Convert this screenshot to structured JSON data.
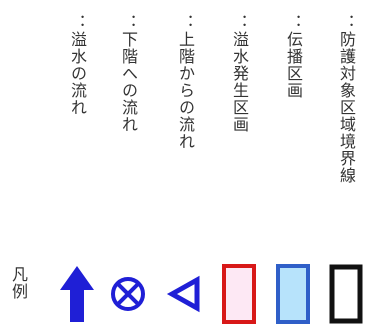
{
  "legend": {
    "heading": "凡例",
    "items": [
      {
        "label": "：溢水の流れ",
        "symbol": "arrow-up-icon",
        "color": "#1f1fd6",
        "fill": "#1f1fd6"
      },
      {
        "label": "：下階への流れ",
        "symbol": "circled-x-icon",
        "color": "#1f1fd6",
        "fill": "none"
      },
      {
        "label": "：上階からの流れ",
        "symbol": "triangle-left-icon",
        "color": "#1f1fd6",
        "fill": "none"
      },
      {
        "label": "：溢水発生区画",
        "symbol": "rectangle-red-icon",
        "color": "#d81818",
        "fill": "#fde8f4"
      },
      {
        "label": "：伝播区画",
        "symbol": "rectangle-blue-icon",
        "color": "#2f5fc8",
        "fill": "#b7e3fb"
      },
      {
        "label": "：防護対象区域境界線",
        "symbol": "rectangle-black-icon",
        "color": "#111111",
        "fill": "#ffffff"
      }
    ]
  }
}
